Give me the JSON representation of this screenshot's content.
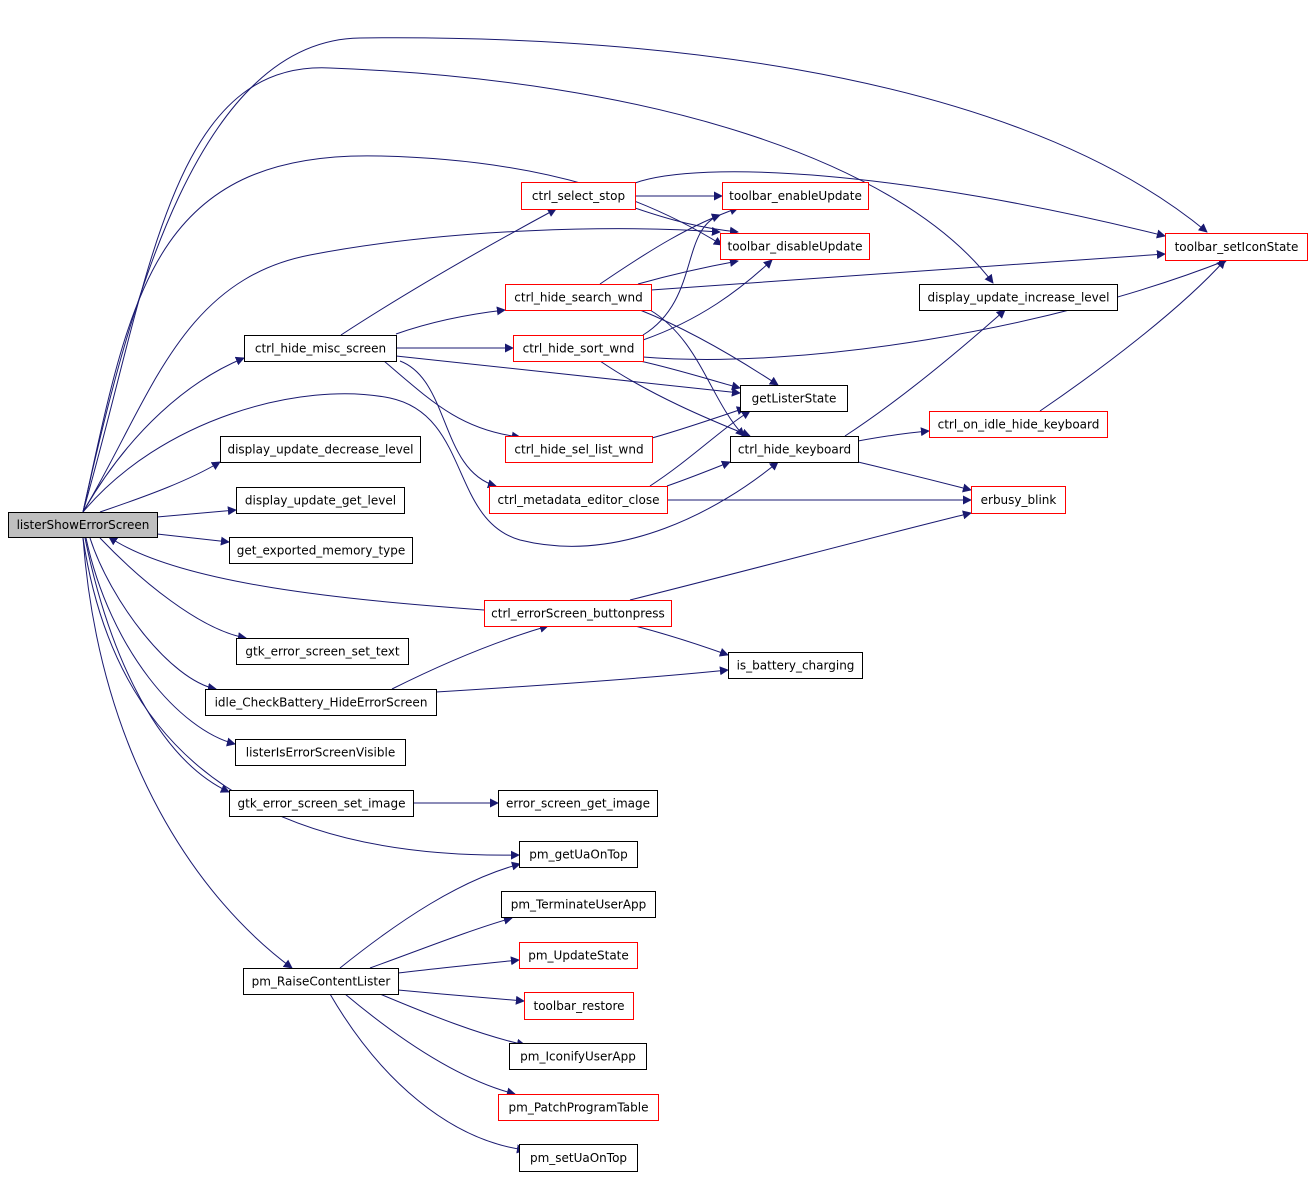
{
  "colors": {
    "edge": "#191970",
    "root_fill": "#bfbfbf",
    "root_stroke": "#000000",
    "linked_stroke": "#ff0000",
    "plain_stroke": "#000000",
    "fill": "#ffffff"
  },
  "graph": {
    "nodes": [
      {
        "id": "root",
        "label": "listerShowErrorScreen",
        "style": "root",
        "interactable": false
      },
      {
        "id": "ctrl_hide_misc_screen",
        "label": "ctrl_hide_misc_screen",
        "style": "plain",
        "interactable": true
      },
      {
        "id": "display_update_decrease_level",
        "label": "display_update_decrease_level",
        "style": "plain",
        "interactable": true
      },
      {
        "id": "display_update_get_level",
        "label": "display_update_get_level",
        "style": "plain",
        "interactable": true
      },
      {
        "id": "get_exported_memory_type",
        "label": "get_exported_memory_type",
        "style": "plain",
        "interactable": true
      },
      {
        "id": "gtk_error_screen_set_text",
        "label": "gtk_error_screen_set_text",
        "style": "plain",
        "interactable": true
      },
      {
        "id": "idle_CheckBattery_HideErrorScreen",
        "label": "idle_CheckBattery_HideErrorScreen",
        "style": "plain",
        "interactable": true
      },
      {
        "id": "listerIsErrorScreenVisible",
        "label": "listerIsErrorScreenVisible",
        "style": "plain",
        "interactable": true
      },
      {
        "id": "gtk_error_screen_set_image",
        "label": "gtk_error_screen_set_image",
        "style": "plain",
        "interactable": true
      },
      {
        "id": "pm_RaiseContentLister",
        "label": "pm_RaiseContentLister",
        "style": "plain",
        "interactable": true
      },
      {
        "id": "ctrl_select_stop",
        "label": "ctrl_select_stop",
        "style": "linked",
        "interactable": true
      },
      {
        "id": "ctrl_hide_search_wnd",
        "label": "ctrl_hide_search_wnd",
        "style": "linked",
        "interactable": true
      },
      {
        "id": "ctrl_hide_sort_wnd",
        "label": "ctrl_hide_sort_wnd",
        "style": "linked",
        "interactable": true
      },
      {
        "id": "ctrl_hide_sel_list_wnd",
        "label": "ctrl_hide_sel_list_wnd",
        "style": "linked",
        "interactable": true
      },
      {
        "id": "ctrl_metadata_editor_close",
        "label": "ctrl_metadata_editor_close",
        "style": "linked",
        "interactable": true
      },
      {
        "id": "ctrl_errorScreen_buttonpress",
        "label": "ctrl_errorScreen_buttonpress",
        "style": "linked",
        "interactable": true
      },
      {
        "id": "error_screen_get_image",
        "label": "error_screen_get_image",
        "style": "plain",
        "interactable": true
      },
      {
        "id": "pm_getUaOnTop",
        "label": "pm_getUaOnTop",
        "style": "plain",
        "interactable": true
      },
      {
        "id": "pm_TerminateUserApp",
        "label": "pm_TerminateUserApp",
        "style": "plain",
        "interactable": true
      },
      {
        "id": "pm_UpdateState",
        "label": "pm_UpdateState",
        "style": "linked",
        "interactable": true
      },
      {
        "id": "toolbar_restore",
        "label": "toolbar_restore",
        "style": "linked",
        "interactable": true
      },
      {
        "id": "pm_IconifyUserApp",
        "label": "pm_IconifyUserApp",
        "style": "plain",
        "interactable": true
      },
      {
        "id": "pm_PatchProgramTable",
        "label": "pm_PatchProgramTable",
        "style": "linked",
        "interactable": true
      },
      {
        "id": "pm_setUaOnTop",
        "label": "pm_setUaOnTop",
        "style": "plain",
        "interactable": true
      },
      {
        "id": "toolbar_enableUpdate",
        "label": "toolbar_enableUpdate",
        "style": "linked",
        "interactable": true
      },
      {
        "id": "toolbar_disableUpdate",
        "label": "toolbar_disableUpdate",
        "style": "linked",
        "interactable": true
      },
      {
        "id": "getListerState",
        "label": "getListerState",
        "style": "plain",
        "interactable": true
      },
      {
        "id": "ctrl_hide_keyboard",
        "label": "ctrl_hide_keyboard",
        "style": "plain",
        "interactable": true
      },
      {
        "id": "is_battery_charging",
        "label": "is_battery_charging",
        "style": "plain",
        "interactable": true
      },
      {
        "id": "display_update_increase_level",
        "label": "display_update_increase_level",
        "style": "plain",
        "interactable": true
      },
      {
        "id": "ctrl_on_idle_hide_keyboard",
        "label": "ctrl_on_idle_hide_keyboard",
        "style": "linked",
        "interactable": true
      },
      {
        "id": "erbusy_blink",
        "label": "erbusy_blink",
        "style": "linked",
        "interactable": true
      },
      {
        "id": "toolbar_setIconState",
        "label": "toolbar_setIconState",
        "style": "linked",
        "interactable": true
      }
    ]
  }
}
